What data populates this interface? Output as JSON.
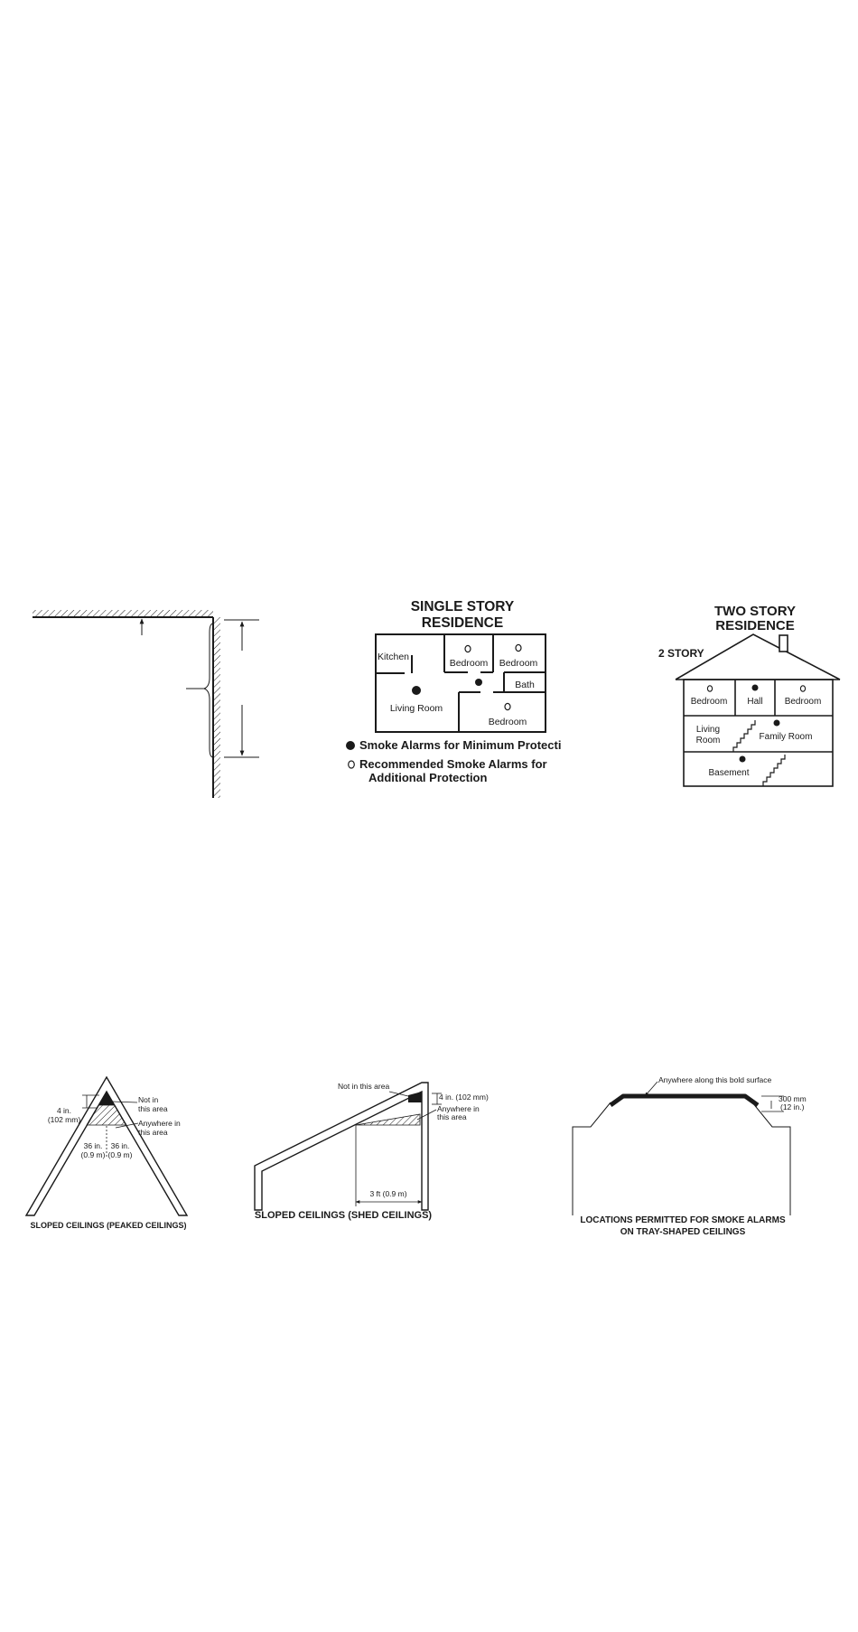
{
  "single_story": {
    "title_line1": "SINGLE STORY",
    "title_line2": "RESIDENCE",
    "rooms": {
      "kitchen": "Kitchen",
      "bedroom_1": "Bedroom",
      "bedroom_2": "Bedroom",
      "bath": "Bath",
      "living_room": "Living Room",
      "bedroom_3": "Bedroom"
    },
    "legend": {
      "minimum": "Smoke Alarms for Minimum Protecti",
      "recommended_line1": "Recommended Smoke Alarms for",
      "recommended_line2": "Additional Protection"
    }
  },
  "two_story": {
    "title_line1": "TWO STORY",
    "title_line2": "RESIDENCE",
    "label": "2 STORY",
    "rooms": {
      "bedroom_left": "Bedroom",
      "hall": "Hall",
      "bedroom_right": "Bedroom",
      "living_line1": "Living",
      "living_line2": "Room",
      "family_room": "Family Room",
      "basement": "Basement"
    }
  },
  "peaked": {
    "not_line1": "Not in",
    "not_line2": "this area",
    "dim_line1": "4 in.",
    "dim_line2": "(102 mm)",
    "any_line1": "Anywhere in",
    "any_line2": "this area",
    "left_line1": "36 in.",
    "left_line2": "(0.9 m)",
    "right_line1": "36 in.",
    "right_line2": "(0.9 m)",
    "caption": "SLOPED CEILINGS (PEAKED CEILINGS)"
  },
  "shed": {
    "not_label": "Not in this area",
    "dim": "4 in. (102 mm)",
    "any_line1": "Anywhere in",
    "any_line2": "this area",
    "bottom_dim": "3 ft (0.9 m)",
    "caption": "SLOPED CEILINGS (SHED CEILINGS)"
  },
  "tray": {
    "note": "Anywhere along this bold surface",
    "dim_line1": "300 mm",
    "dim_line2": "(12 in.)",
    "caption_line1": "LOCATIONS PERMITTED FOR SMOKE ALARMS",
    "caption_line2": "ON TRAY-SHAPED CEILINGS"
  },
  "colors": {
    "ink": "#1a1a1a",
    "paper": "#ffffff"
  }
}
